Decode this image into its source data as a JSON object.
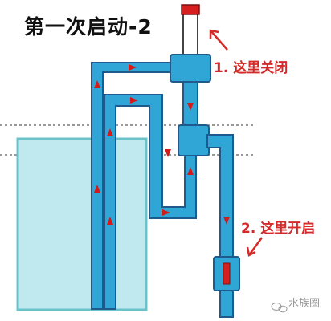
{
  "title": "第一次启动-2",
  "annotations": {
    "step1": "1. 这里关闭",
    "step2": "2. 这里开启"
  },
  "watermark": "水族圈",
  "colors": {
    "pipe": "#2fa6d6",
    "pipe_outline": "#1e5a8c",
    "tank_water": "#bfe9ee",
    "tank_outline": "#69c3c9",
    "arrow": "#d11a1a",
    "cap": "#d62020"
  }
}
